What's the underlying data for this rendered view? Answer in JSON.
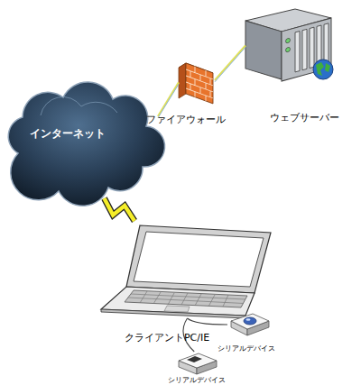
{
  "diagram": {
    "nodes": [
      {
        "text": [
          "ウェブサーバー"
        ]
      },
      {
        "text": [
          "ファイアウォール"
        ]
      },
      {
        "text": [
          "インターネット"
        ]
      },
      {
        "text": [
          "クライアントPC/IE"
        ]
      },
      {
        "text": [
          "シリアルデバイス"
        ]
      },
      {
        "text": [
          "シリアルデバイス"
        ]
      }
    ],
    "edges": [
      {
        "from": 2,
        "to": 1,
        "arrow": "none"
      },
      {
        "from": 1,
        "to": 0,
        "arrow": "none"
      },
      {
        "from": 2,
        "to": 3,
        "arrow": "none"
      },
      {
        "from": 3,
        "to": 4,
        "arrow": "none"
      },
      {
        "from": 3,
        "to": 5,
        "arrow": "none"
      }
    ]
  }
}
